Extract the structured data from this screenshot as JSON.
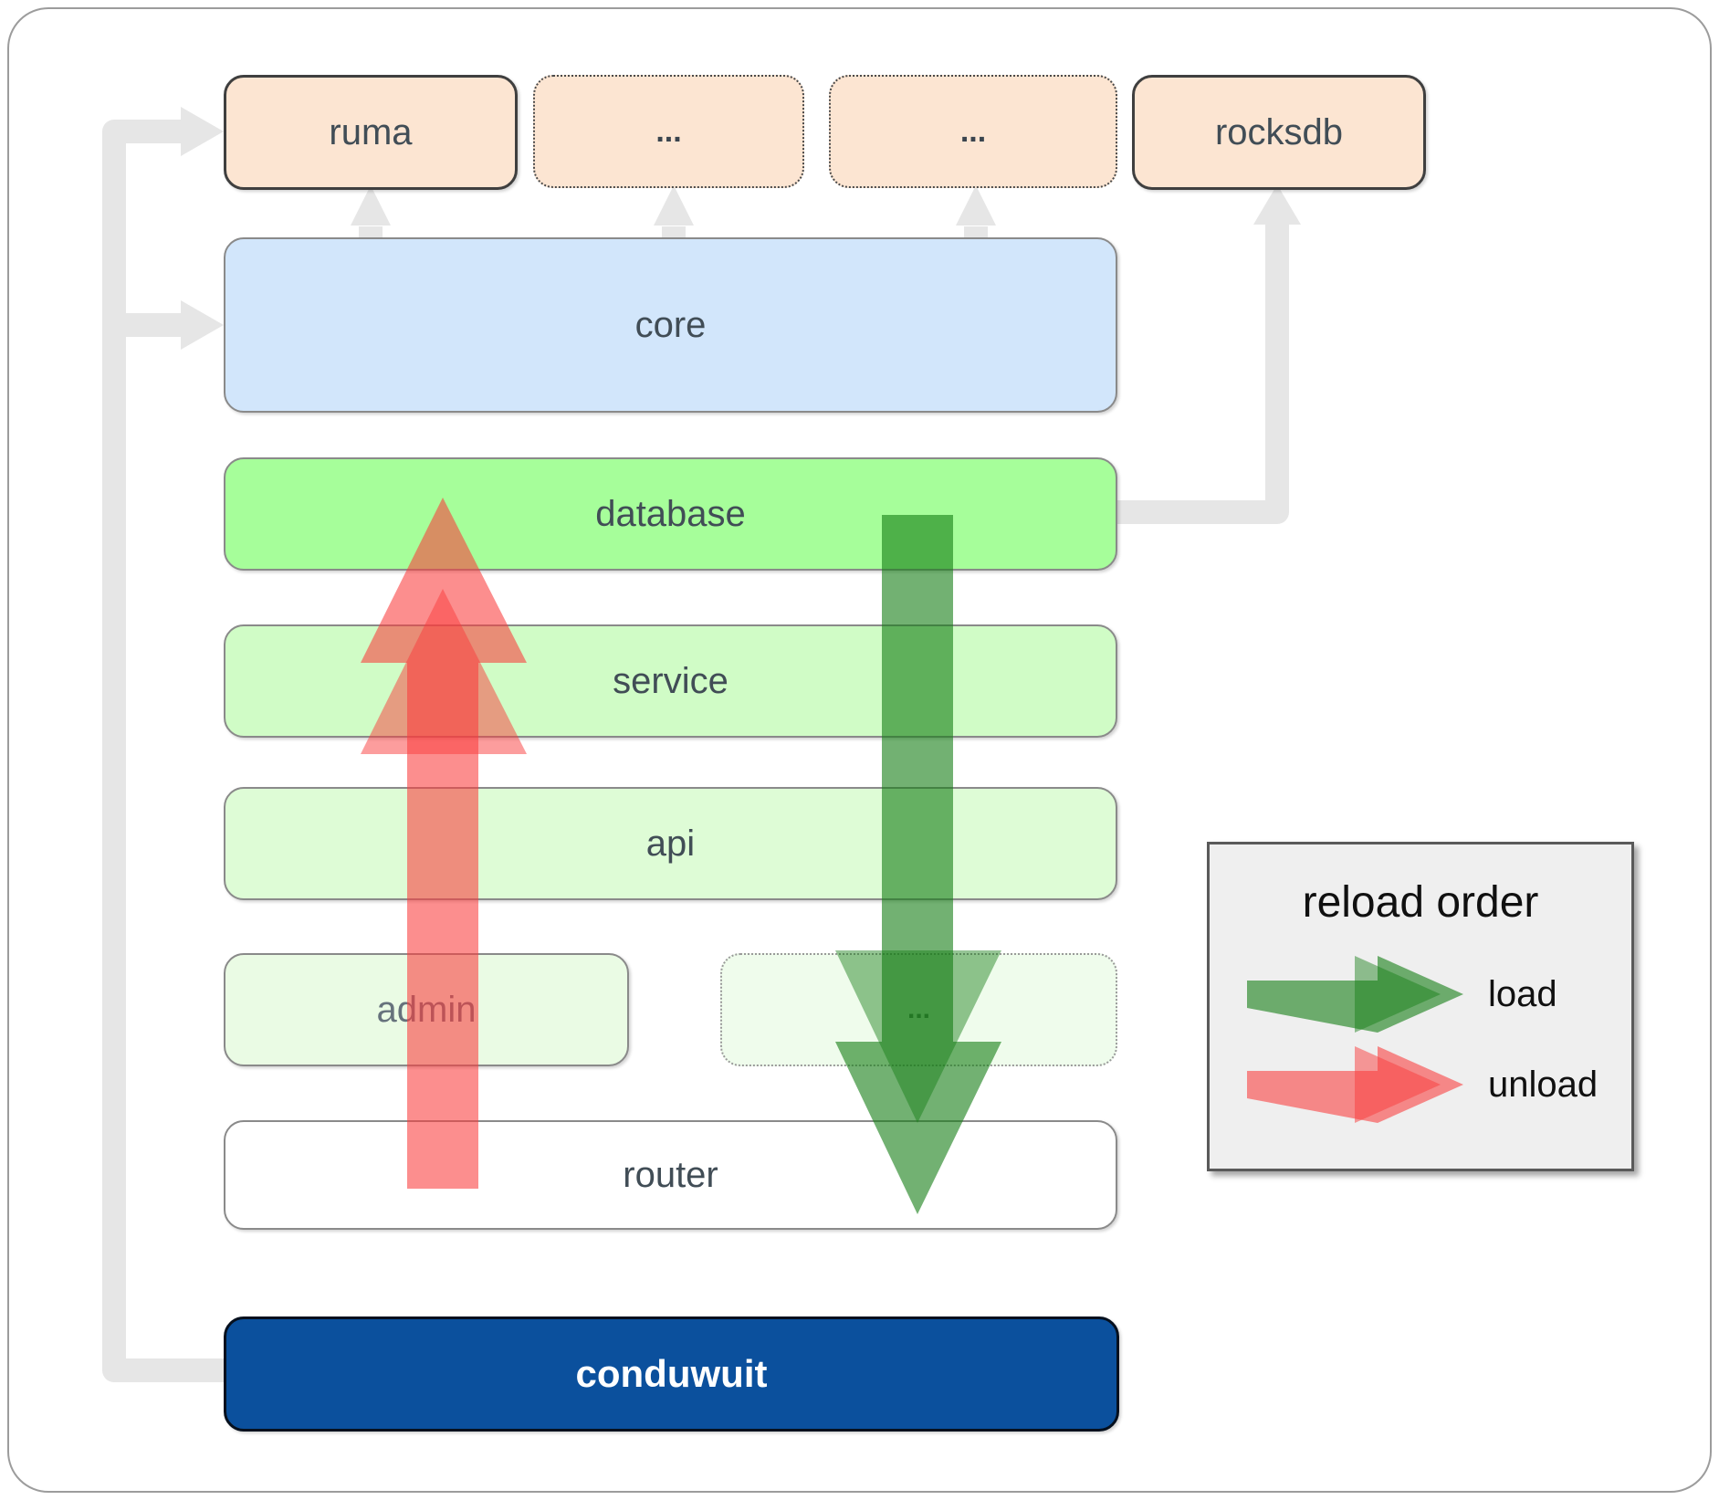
{
  "nodes": {
    "ruma": {
      "label": "ruma"
    },
    "ext_top_1": {
      "label": "..."
    },
    "ext_top_2": {
      "label": "..."
    },
    "rocksdb": {
      "label": "rocksdb"
    },
    "core": {
      "label": "core"
    },
    "database": {
      "label": "database"
    },
    "service": {
      "label": "service"
    },
    "api": {
      "label": "api"
    },
    "admin": {
      "label": "admin"
    },
    "ext_admin": {
      "label": "..."
    },
    "router": {
      "label": "router"
    },
    "conduwuit": {
      "label": "conduwuit"
    }
  },
  "legend": {
    "title": "reload order",
    "items": [
      {
        "label": "load",
        "color": "#3d9a3d"
      },
      {
        "label": "unload",
        "color": "#fb6b6b"
      }
    ]
  },
  "colors": {
    "page_border": "#9c9c9c",
    "box_border": "#8a8a8a",
    "dark_border": "#3f3f3f",
    "peach": "#fce5d2",
    "blue": "#d2e6fb",
    "green_bright": "#a6fe9a",
    "green_light": "#d0fcc6",
    "green_lighter": "#defcd6",
    "green_faint": "#eafbe4",
    "green_faint2": "#effcec",
    "navy": "#0b509d",
    "label": "#414d56",
    "admin_label": "#66727c",
    "connector": "#e6e6e6",
    "load": "rgba(20,125,20,0.60)",
    "load_inner": "rgba(20,125,20,0.45)",
    "unload": "rgba(250,60,60,0.58)",
    "unload_inner": "rgba(250,60,60,0.50)",
    "legend_bg": "#efefef",
    "legend_border": "#5a5a5a",
    "legend_text": "#101010"
  }
}
